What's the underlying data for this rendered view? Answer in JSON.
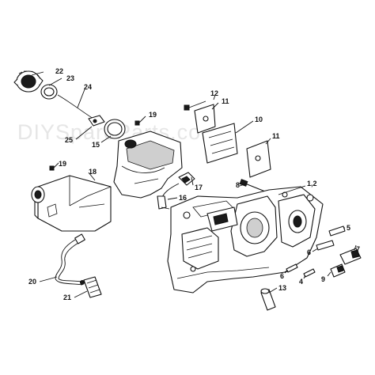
{
  "watermark": "DIYSpareParts.com",
  "callouts": [
    {
      "id": "22",
      "label": "22"
    },
    {
      "id": "23",
      "label": "23"
    },
    {
      "id": "24",
      "label": "24"
    },
    {
      "id": "25",
      "label": "25"
    },
    {
      "id": "15",
      "label": "15"
    },
    {
      "id": "19a",
      "label": "19"
    },
    {
      "id": "12",
      "label": "12"
    },
    {
      "id": "11a",
      "label": "11"
    },
    {
      "id": "10",
      "label": "10"
    },
    {
      "id": "11b",
      "label": "11"
    },
    {
      "id": "19b",
      "label": "19"
    },
    {
      "id": "18",
      "label": "18"
    },
    {
      "id": "17",
      "label": "17"
    },
    {
      "id": "16",
      "label": "16"
    },
    {
      "id": "8",
      "label": "8"
    },
    {
      "id": "1-2",
      "label": "1,2"
    },
    {
      "id": "5",
      "label": "5"
    },
    {
      "id": "6a",
      "label": "6"
    },
    {
      "id": "7",
      "label": "7"
    },
    {
      "id": "6b",
      "label": "6"
    },
    {
      "id": "4",
      "label": "4"
    },
    {
      "id": "9",
      "label": "9"
    },
    {
      "id": "13",
      "label": "13"
    },
    {
      "id": "20",
      "label": "20"
    },
    {
      "id": "21",
      "label": "21"
    }
  ]
}
